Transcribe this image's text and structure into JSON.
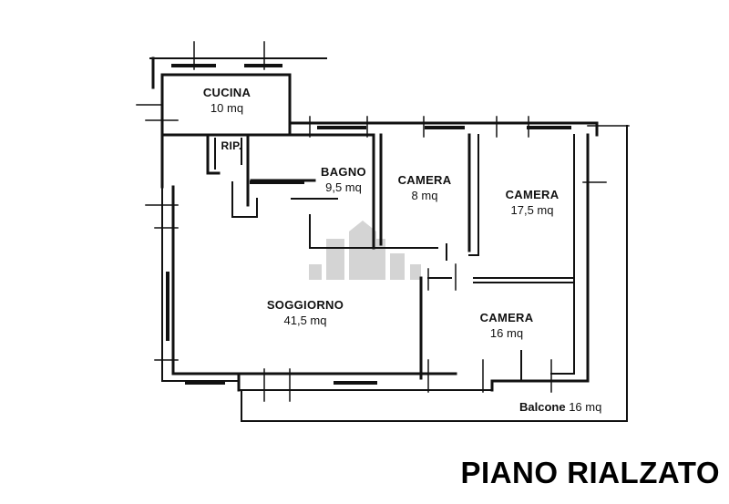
{
  "floor_title": "PIANO RIALZATO",
  "rooms": {
    "cucina": {
      "name": "CUCINA",
      "area": "10 mq"
    },
    "rip": {
      "name": "RIP."
    },
    "bagno": {
      "name": "BAGNO",
      "area": "9,5 mq"
    },
    "camera1": {
      "name": "CAMERA",
      "area": "8 mq"
    },
    "camera2": {
      "name": "CAMERA",
      "area": "17,5 mq"
    },
    "soggiorno": {
      "name": "SOGGIORNO",
      "area": "41,5 mq"
    },
    "camera3": {
      "name": "CAMERA",
      "area": "16 mq"
    }
  },
  "balcone": {
    "name": "Balcone",
    "area": "16 mq"
  },
  "colors": {
    "wall": "#111111",
    "background": "#ffffff",
    "watermark": "#cfcfcf"
  }
}
